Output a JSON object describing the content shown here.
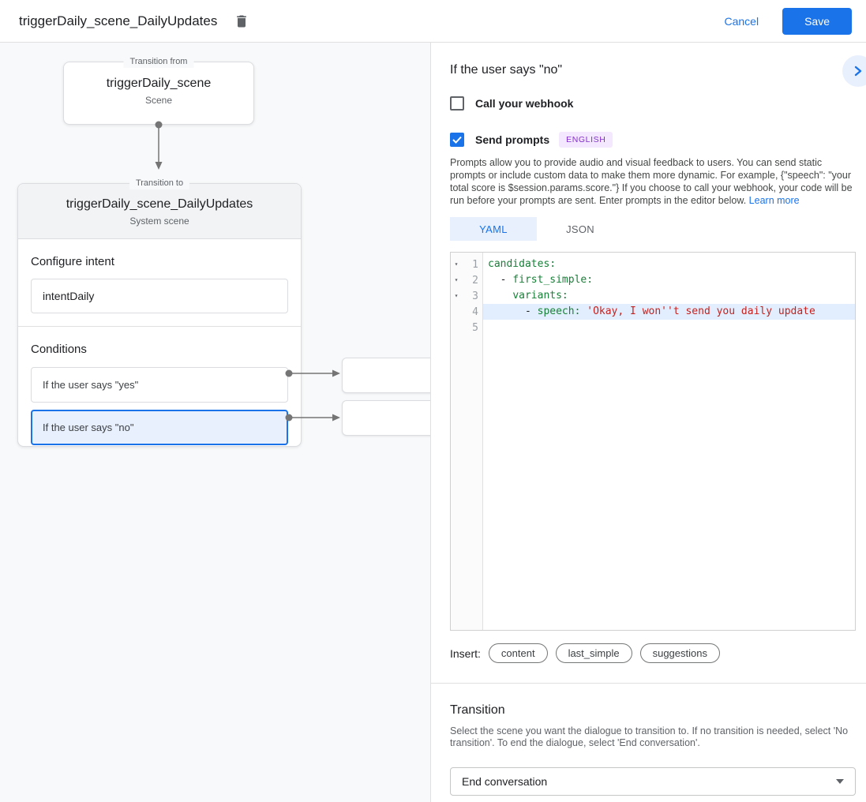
{
  "header": {
    "title": "triggerDaily_scene_DailyUpdates",
    "cancel_label": "Cancel",
    "save_label": "Save"
  },
  "canvas": {
    "transition_from": {
      "legend": "Transition from",
      "title": "triggerDaily_scene",
      "subtitle": "Scene"
    },
    "transition_to": {
      "legend": "Transition to",
      "title": "triggerDaily_scene_DailyUpdates",
      "subtitle": "System scene",
      "configure_intent_label": "Configure intent",
      "intent_value": "intentDaily",
      "conditions_label": "Conditions",
      "conditions": [
        {
          "label": "If the user says \"yes\""
        },
        {
          "label": "If the user says \"no\""
        }
      ]
    }
  },
  "panel": {
    "title": "If the user says \"no\"",
    "webhook": {
      "label": "Call your webhook",
      "checked": false
    },
    "prompts": {
      "label": "Send prompts",
      "checked": true,
      "badge": "ENGLISH"
    },
    "description": "Prompts allow you to provide audio and visual feedback to users. You can send static prompts or include custom data to make them more dynamic. For example, {\"speech\": \"your total score is $session.params.score.\"} If you choose to call your webhook, your code will be run before your prompts are sent. Enter prompts in the editor below. ",
    "learn_more_label": "Learn more",
    "tabs": [
      {
        "label": "YAML"
      },
      {
        "label": "JSON"
      }
    ],
    "editor": {
      "fold_icon": "▾",
      "lines": [
        {
          "num": "1",
          "plain": "",
          "key": "candidates:",
          "str": ""
        },
        {
          "num": "2",
          "plain": "  - ",
          "key": "first_simple:",
          "str": ""
        },
        {
          "num": "3",
          "plain": "    ",
          "key": "variants:",
          "str": ""
        },
        {
          "num": "4",
          "plain": "      - ",
          "key": "speech: ",
          "str": "'Okay, I won''t send you daily update"
        },
        {
          "num": "5",
          "plain": "",
          "key": "",
          "str": ""
        }
      ]
    },
    "insert": {
      "label": "Insert:",
      "chips": [
        "content",
        "last_simple",
        "suggestions"
      ]
    },
    "transition": {
      "title": "Transition",
      "description": "Select the scene you want the dialogue to transition to. If no transition is needed, select 'No transition'. To end the dialogue, select 'End conversation'.",
      "value": "End conversation"
    }
  }
}
